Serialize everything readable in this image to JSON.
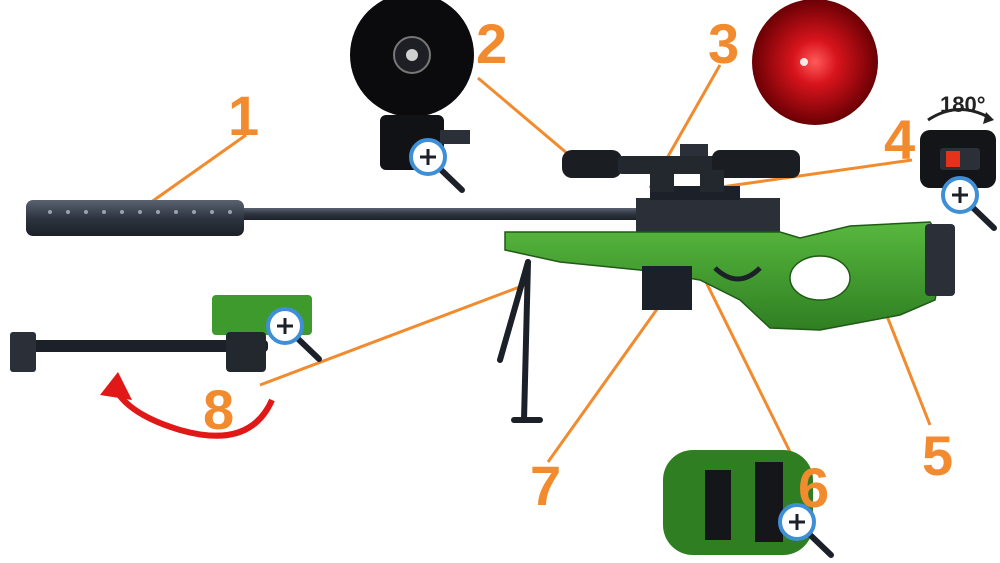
{
  "callouts": [
    {
      "number": "1",
      "part": "silencer"
    },
    {
      "number": "2",
      "part": "scope"
    },
    {
      "number": "3",
      "part": "laser"
    },
    {
      "number": "4",
      "part": "switch"
    },
    {
      "number": "5",
      "part": "stock"
    },
    {
      "number": "6",
      "part": "trigger-guard"
    },
    {
      "number": "7",
      "part": "magazine"
    },
    {
      "number": "8",
      "part": "bipod"
    }
  ],
  "switch_rotation_label": "180°",
  "colors": {
    "callout": "#f28a2e",
    "body_green": "#3e9a2c",
    "barrel": "#2e3540",
    "laser_red": "#d8141c",
    "arrow_red": "#e01818",
    "zoom_blue": "#3f8fd6"
  },
  "icons": [
    "zoom-plus-icon",
    "rotate-arrow-icon",
    "curved-arrow-icon"
  ]
}
